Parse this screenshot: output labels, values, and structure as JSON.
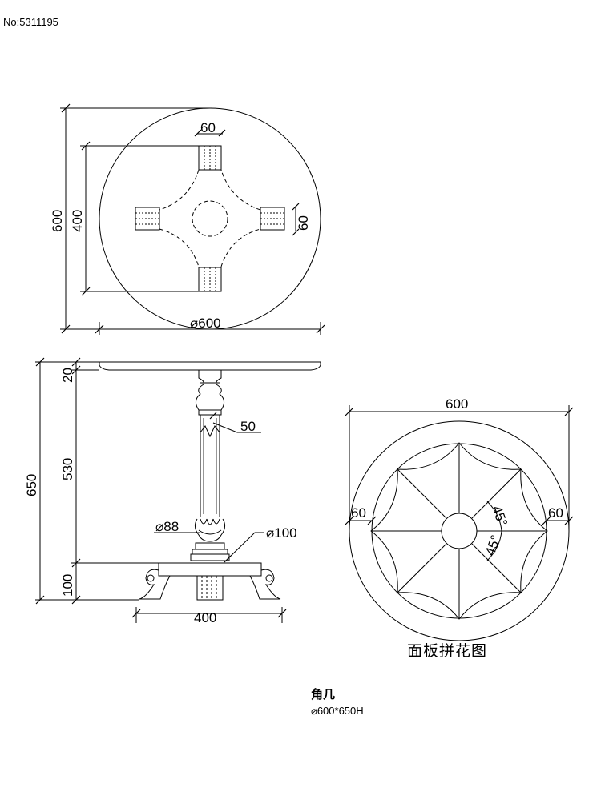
{
  "drawing_id": "No:5311195",
  "title": "角几",
  "spec": "⌀600*650H",
  "top_view": {
    "dim_overall_vertical": "600",
    "dim_inner_vertical": "400",
    "dim_slat_top": "60",
    "dim_slat_right": "60",
    "dim_diameter": "⌀600"
  },
  "side_view": {
    "dim_total_height": "650",
    "dim_top_thickness": "20",
    "dim_column": "530",
    "dim_base": "100",
    "dim_column_dia": "50",
    "dim_ring_dia": "⌀88",
    "dim_collar_dia": "⌀100",
    "dim_base_width": "400"
  },
  "inlay_plan": {
    "caption": "面板拼花图",
    "dim_width": "600",
    "dim_left_border": "60",
    "dim_right_border": "60",
    "angle_upper": "45°",
    "angle_lower": "45°"
  }
}
